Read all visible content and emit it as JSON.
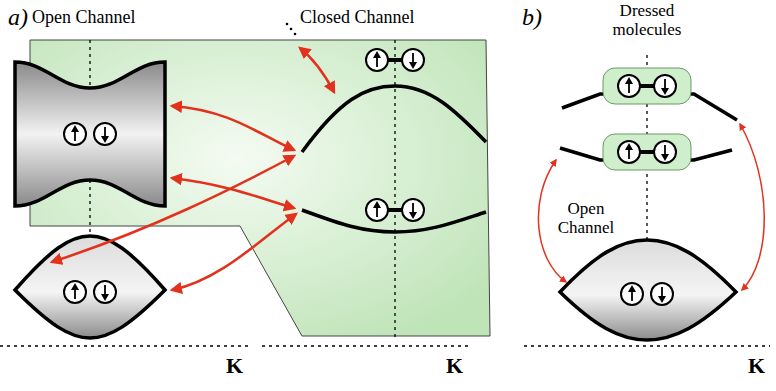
{
  "diagram": {
    "labels": [
      "a)",
      "Open Channel",
      "Closed Channel",
      "b)",
      "Dressed molecules",
      "Open Channel",
      "K",
      "K",
      "K"
    ]
  }
}
